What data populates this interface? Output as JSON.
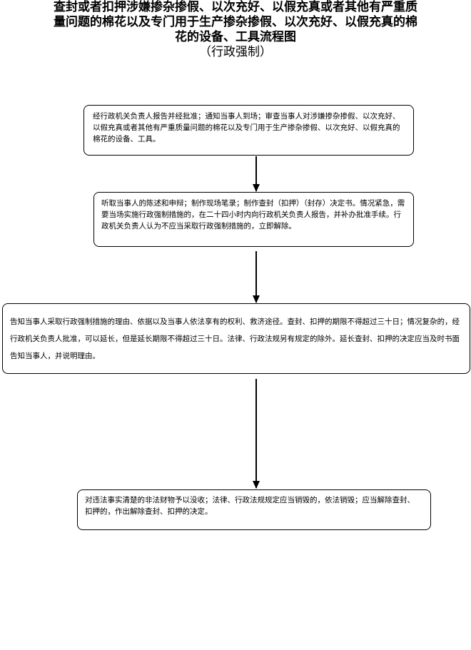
{
  "title": {
    "line1": "查封或者扣押涉嫌掺杂掺假、以次充好、以假充真或者其他有严重质",
    "line2": "量问题的棉花以及专门用于生产掺杂掺假、以次充好、以假充真的棉",
    "line3": "花的设备、工具流程图",
    "subtitle": "（行政强制）"
  },
  "steps": [
    {
      "text": "经行政机关负责人报告并经批准；通知当事人到场；审查当事人对涉嫌掺杂掺假、以次充好、以假充真或者其他有严重质量问题的棉花以及专门用于生产掺杂掺假、以次充好、以假充真的棉花的设备、工具。"
    },
    {
      "text": "听取当事人的陈述和申辩；制作现场笔录；制作查封（扣押）（封存）决定书。情况紧急，需要当场实施行政强制措施的，在二十四小时内向行政机关负责人报告，并补办批准手续。行政机关负责人认为不应当采取行政强制措施的，立即解除。"
    },
    {
      "text": "告知当事人采取行政强制措施的理由、依据以及当事人依法享有的权利、救济途径。查封、扣押的期限不得超过三十日；情况复杂的，经行政机关负责人批准，可以延长，但是延长期限不得超过三十日。法律、行政法规另有规定的除外。延长查封、扣押的决定应当及时书面告知当事人，并说明理由。"
    },
    {
      "text": "对违法事实清楚的非法财物予以没收；法律、行政法规规定应当销毁的，依法销毁；应当解除查封、扣押的，作出解除查封、扣押的决定。"
    }
  ]
}
